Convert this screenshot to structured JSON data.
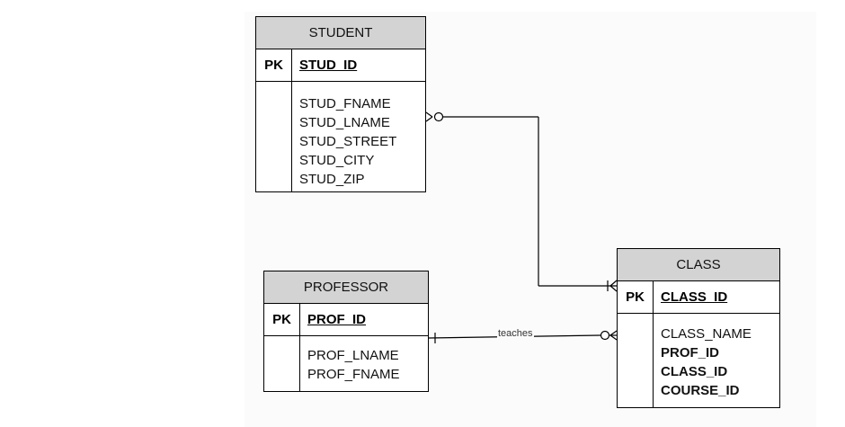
{
  "entities": {
    "student": {
      "title": "STUDENT",
      "pk_label": "PK",
      "pk": "STUD_ID",
      "attributes": [
        "STUD_FNAME",
        "STUD_LNAME",
        "STUD_STREET",
        "STUD_CITY",
        "STUD_ZIP"
      ]
    },
    "professor": {
      "title": "PROFESSOR",
      "pk_label": "PK",
      "pk": "PROF_ID",
      "attributes": [
        "PROF_LNAME",
        "PROF_FNAME"
      ]
    },
    "class": {
      "title": "CLASS",
      "pk_label": "PK",
      "pk": "CLASS_ID",
      "attributes": [
        "CLASS_NAME",
        "PROF_ID",
        "CLASS_ID",
        "COURSE_ID"
      ]
    }
  },
  "relationships": [
    {
      "from": "STUDENT",
      "to": "CLASS",
      "from_cardinality": "zero-or-many",
      "to_cardinality": "one-or-many",
      "label": ""
    },
    {
      "from": "PROFESSOR",
      "to": "CLASS",
      "from_cardinality": "one",
      "to_cardinality": "zero-or-many",
      "label": "teaches"
    }
  ],
  "colors": {
    "header_fill": "#d3d3d3",
    "line": "#000000",
    "background": "#fbfbfb"
  }
}
